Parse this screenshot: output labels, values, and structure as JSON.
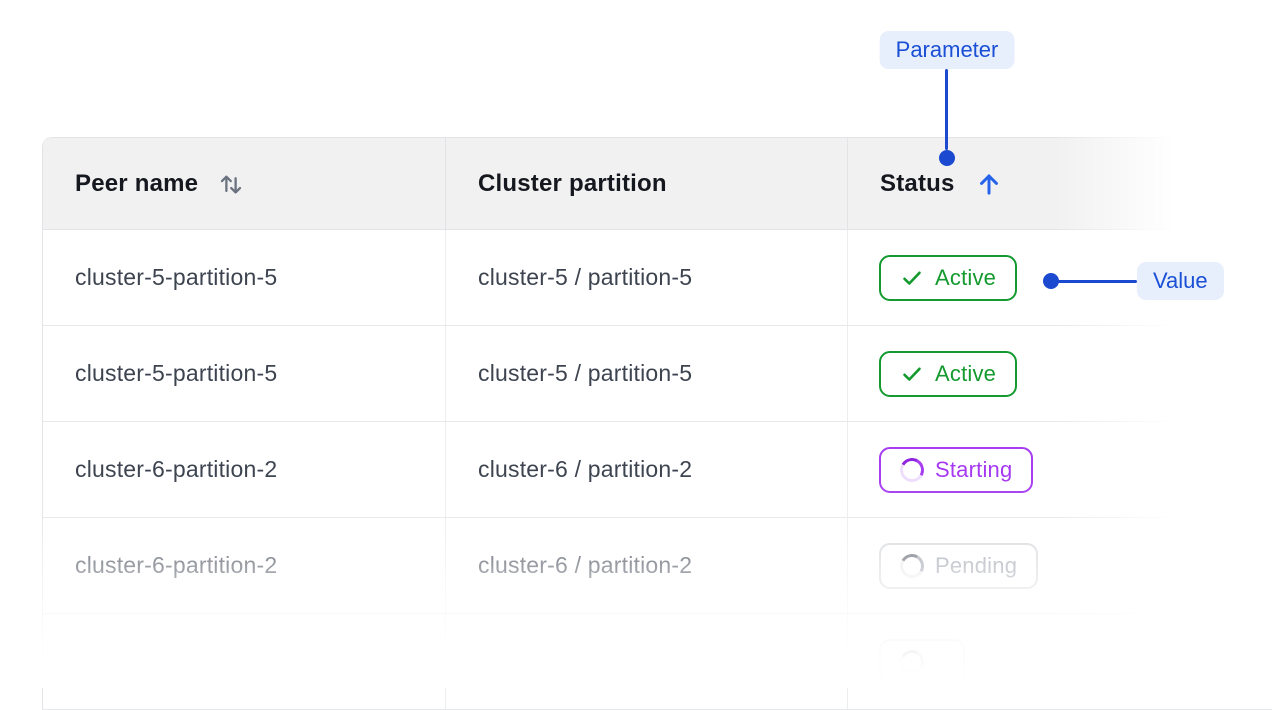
{
  "table": {
    "columns": [
      {
        "label": "Peer name",
        "sort_icon": "sort-both-icon",
        "sorted": false
      },
      {
        "label": "Cluster partition",
        "sort_icon": null,
        "sorted": false
      },
      {
        "label": "Status",
        "sort_icon": "sort-ascending-icon",
        "sorted": true
      }
    ],
    "rows": [
      {
        "peer_name": "cluster-5-partition-5",
        "cluster_partition": "cluster-5 / partition-5",
        "status": "Active",
        "status_kind": "active"
      },
      {
        "peer_name": "cluster-5-partition-5",
        "cluster_partition": "cluster-5 / partition-5",
        "status": "Active",
        "status_kind": "active"
      },
      {
        "peer_name": "cluster-6-partition-2",
        "cluster_partition": "cluster-6 / partition-2",
        "status": "Starting",
        "status_kind": "starting"
      },
      {
        "peer_name": "cluster-6-partition-2",
        "cluster_partition": "cluster-6 / partition-2",
        "status": "Pending",
        "status_kind": "pending"
      },
      {
        "peer_name": "",
        "cluster_partition": "",
        "status": "",
        "status_kind": "pending"
      }
    ]
  },
  "annotations": {
    "parameter_label": "Parameter",
    "value_label": "Value"
  },
  "colors": {
    "annotation_blue": "#1a4fd6",
    "annotation_badge_bg": "#e8effc",
    "status_active_green": "#149a2f",
    "status_starting_purple": "#a638f2",
    "status_pending_gray": "#9aa0aa",
    "header_bg": "#f1f1f2",
    "table_border": "#e3e4e7",
    "row_text": "#3d4450",
    "sort_icon_gray": "#6b7280",
    "sorted_arrow_blue": "#2563eb"
  }
}
